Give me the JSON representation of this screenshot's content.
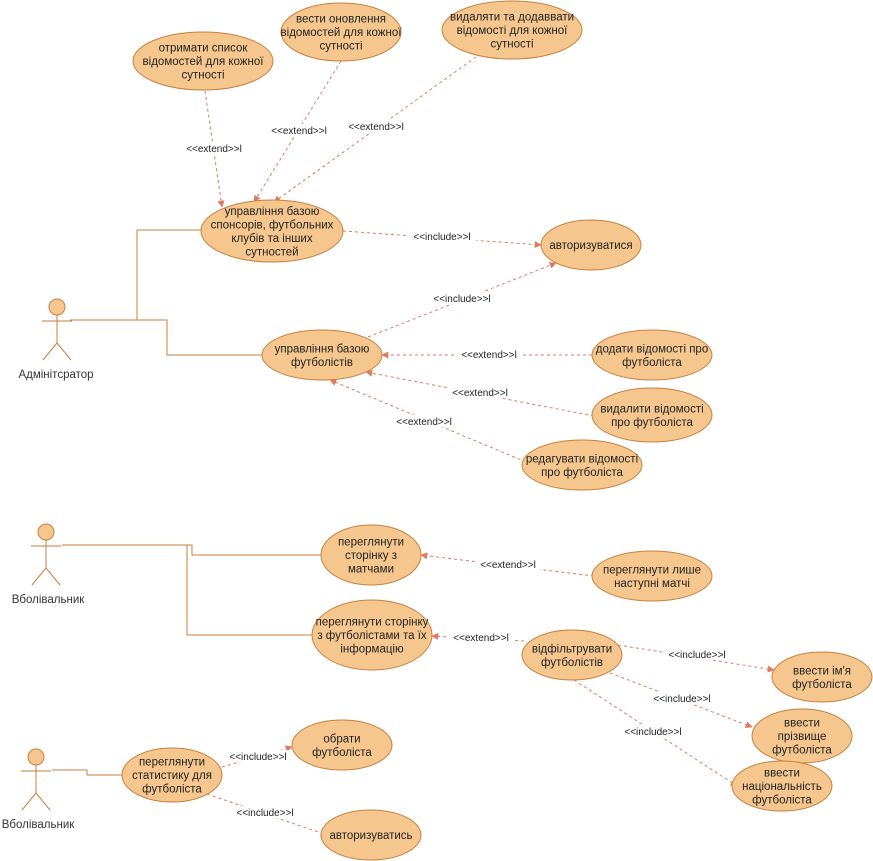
{
  "diagram": {
    "actors": [
      {
        "id": "admin",
        "name": "Адмінітсратор"
      },
      {
        "id": "fan1",
        "name": "Вболівальник"
      },
      {
        "id": "fan2",
        "name": "Вболівальник"
      }
    ],
    "use_cases": [
      {
        "id": "uc_get_list",
        "lines": [
          "отримати список",
          "відомостей для кожної",
          "сутності"
        ]
      },
      {
        "id": "uc_update",
        "lines": [
          "вести оновлення",
          "відомостей для кожної",
          "сутності"
        ]
      },
      {
        "id": "uc_delete_add",
        "lines": [
          "видаляти та додаввати",
          "відомості для кожної",
          "сутності"
        ]
      },
      {
        "id": "uc_manage_db",
        "lines": [
          "управління базою",
          "спонсорів, футбольних",
          "клубів та інших",
          "сутностей"
        ]
      },
      {
        "id": "uc_auth",
        "lines": [
          "авторизуватися"
        ]
      },
      {
        "id": "uc_manage_players",
        "lines": [
          "управління базою",
          "футболістів"
        ]
      },
      {
        "id": "uc_add_player",
        "lines": [
          "додати відомості про",
          "футболіста"
        ]
      },
      {
        "id": "uc_del_player",
        "lines": [
          "видалити відомості",
          "про футболіста"
        ]
      },
      {
        "id": "uc_edit_player",
        "lines": [
          "редагувати відомості",
          "про футболіста"
        ]
      },
      {
        "id": "uc_view_matches",
        "lines": [
          "переглянути",
          "сторінку з",
          "матчами"
        ]
      },
      {
        "id": "uc_next_matches",
        "lines": [
          "переглянути лише",
          "наступні матчі"
        ]
      },
      {
        "id": "uc_view_players",
        "lines": [
          "переглянути сторінку",
          "з футболістами та їх",
          "інформацію"
        ]
      },
      {
        "id": "uc_filter",
        "lines": [
          "відфільтрувати",
          "футболістів"
        ]
      },
      {
        "id": "uc_name",
        "lines": [
          "ввести ім'я",
          "футболіста"
        ]
      },
      {
        "id": "uc_surname",
        "lines": [
          "ввести",
          "прізвище",
          "футболіста"
        ]
      },
      {
        "id": "uc_nationality",
        "lines": [
          "ввести",
          "національність",
          "футболіста"
        ]
      },
      {
        "id": "uc_view_stats",
        "lines": [
          "переглянути",
          "статистику для",
          "футболіста"
        ]
      },
      {
        "id": "uc_choose",
        "lines": [
          "обрати",
          "футболіста"
        ]
      },
      {
        "id": "uc_auth2",
        "lines": [
          "авторизуватись"
        ]
      }
    ],
    "relations": [
      {
        "type": "extend",
        "label": "<<extend>>l"
      },
      {
        "type": "extend",
        "label": "<<extend>>l"
      },
      {
        "type": "extend",
        "label": "<<extend>>l"
      },
      {
        "type": "include",
        "label": "<<include>>l"
      },
      {
        "type": "include",
        "label": "<<include>>l"
      },
      {
        "type": "extend",
        "label": "<<extend>>l"
      },
      {
        "type": "extend",
        "label": "<<extend>>l"
      },
      {
        "type": "extend",
        "label": "<<extend>>l"
      },
      {
        "type": "extend",
        "label": "<<extend>>l"
      },
      {
        "type": "extend",
        "label": "<<extend>>l"
      },
      {
        "type": "include",
        "label": "<<include>>l"
      },
      {
        "type": "include",
        "label": "<<include>>l"
      },
      {
        "type": "include",
        "label": "<<include>>l"
      },
      {
        "type": "include",
        "label": "<<include>>l"
      },
      {
        "type": "include",
        "label": "<<include>>l"
      }
    ]
  },
  "colors": {
    "use_case_fill": "#f5c78e",
    "use_case_stroke": "#c87f3e",
    "dependency": "#e07a5f"
  }
}
